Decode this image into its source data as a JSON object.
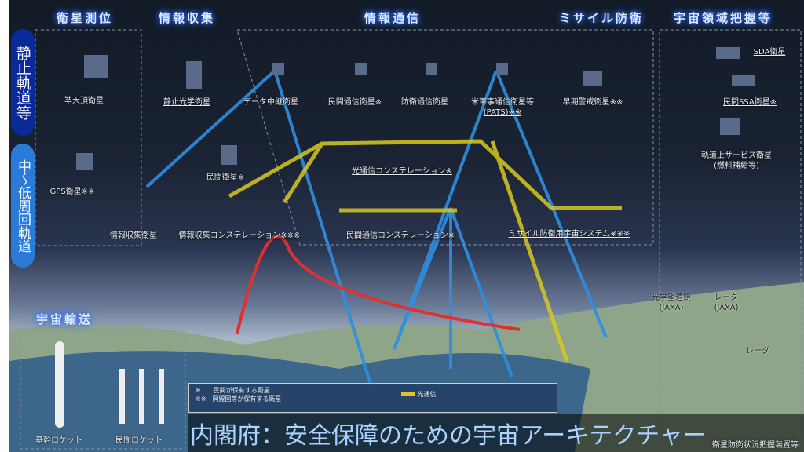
{
  "categories": {
    "positioning": "衛星測位",
    "intel": "情報収集",
    "comms": "情報通信",
    "missile": "ミサイル防衛",
    "sda": "宇宙領域把握等",
    "transport": "宇宙輸送"
  },
  "orbits": {
    "geo": "静止軌道等",
    "leo": "中〜低周回軌道"
  },
  "satellites": {
    "qzss": "準天頂衛星",
    "geo_optical": "静止光学衛星",
    "relay": "データ中継衛星",
    "civil_comms": "民間通信衛星※",
    "defense_comms": "防衛通信衛星",
    "pats": "米軍事通信衛星等",
    "pats2": "(PATS)※※",
    "early_warning": "早期警戒衛星※※",
    "sda": "SDA衛星",
    "civil_ssa": "民間SSA衛星※",
    "oos": "軌道上サービス衛星",
    "oos2": "(燃料補給等)",
    "civil_sat": "民間衛星※",
    "gps": "GPS衛星※※",
    "optical_const": "光通信コンステレーション※",
    "igs": "情報収集衛星",
    "intel_const": "情報収集コンステレーション※※※",
    "civil_const": "民間通信コンステレーション※",
    "missile_sys": "ミサイル防衛用宇宙システム※※※"
  },
  "ground": {
    "h3": "基幹ロケット",
    "civil_rocket": "民間ロケット",
    "telescope": "光学望遠鏡",
    "telescope2": "(JAXA)",
    "radar_jaxa": "レーダ",
    "radar_jaxa2": "(JAXA)",
    "radar": "レーダ",
    "ssa_device": "衛星防衛状況把握装置等"
  },
  "legend": {
    "l1": "※　　民間が保有する衛星",
    "l2": "※※　同盟国等が保有する衛星",
    "optical": "光通信"
  },
  "title": "内閣府：安全保障のための宇宙アーキテクチャー",
  "colors": {
    "rf_link": "#2e8fe0",
    "optical_link": "#d8c820",
    "threat": "#e03030",
    "geo_pill": "#0a2a9a",
    "leo_pill": "#2a7ad8"
  }
}
